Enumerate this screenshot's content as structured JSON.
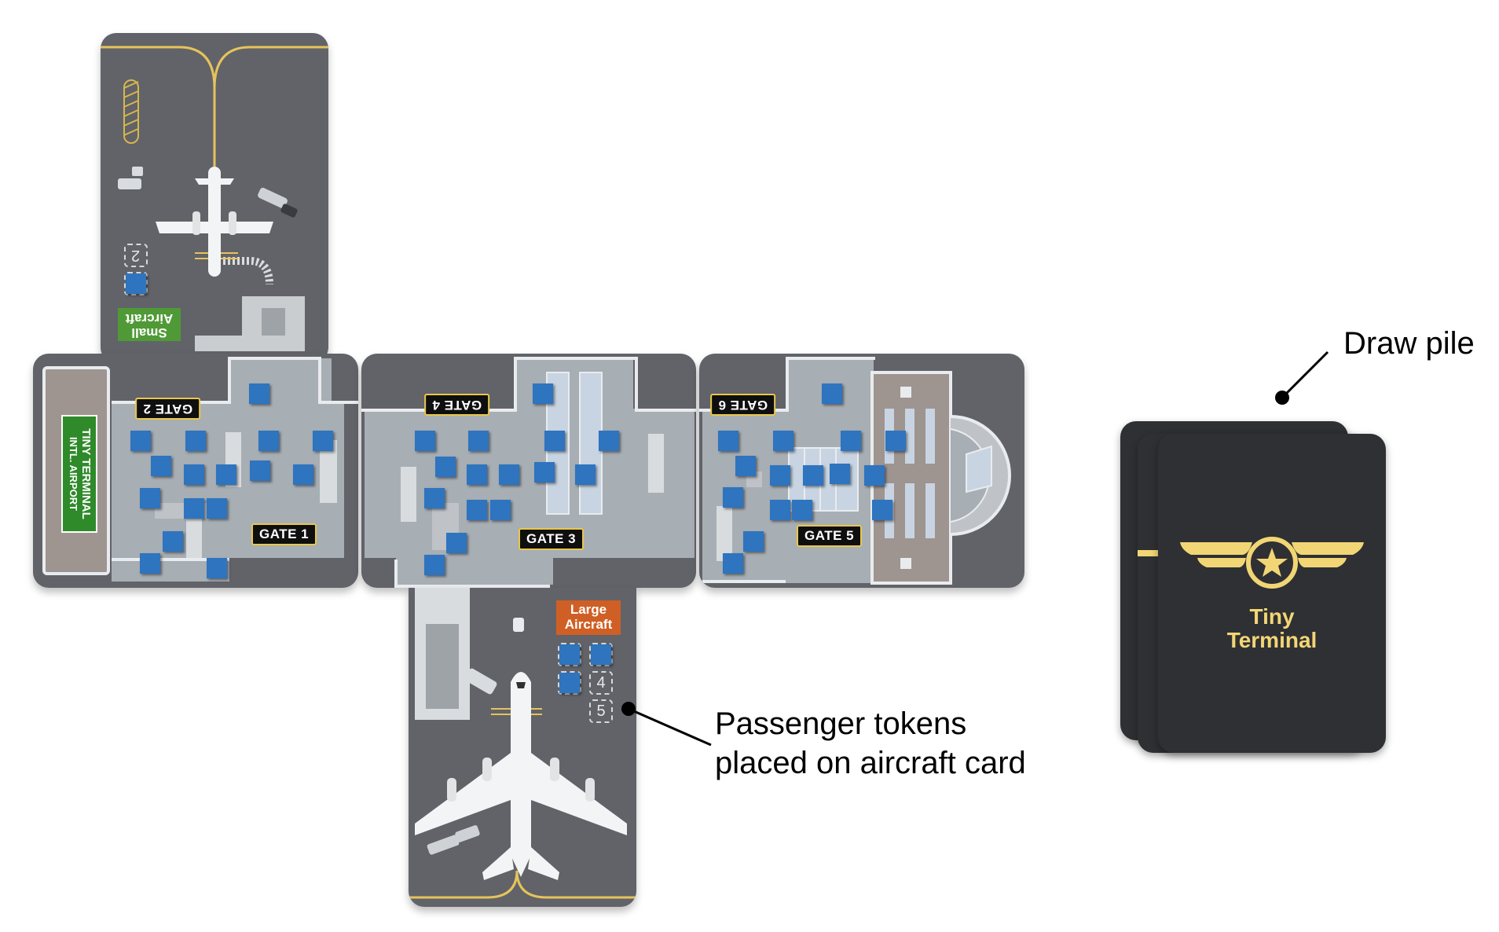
{
  "colors": {
    "background": "#ffffff",
    "apron": "#616369",
    "terminal_floor": "#a7aeb4",
    "passenger_token": "#2e74bf",
    "small_aircraft_badge": "#4f9a36",
    "large_aircraft_badge": "#cf5f25",
    "card_back": "#2f3033",
    "logo_gold": "#f2d675",
    "sign_green": "#2f8a2a"
  },
  "board": {
    "airport_sign": {
      "line1": "TINY TERMINAL",
      "line2": "INTL. AIRPORT"
    },
    "gates": [
      {
        "label": "GATE 1",
        "upside_down": false
      },
      {
        "label": "GATE 2",
        "upside_down": true
      },
      {
        "label": "GATE 3",
        "upside_down": false
      },
      {
        "label": "GATE 4",
        "upside_down": true
      },
      {
        "label": "GATE 5",
        "upside_down": false
      },
      {
        "label": "GATE 6",
        "upside_down": true
      }
    ]
  },
  "small_aircraft_card": {
    "badge_line1": "Small",
    "badge_line2": "Aircraft",
    "seat_slots": [
      "2"
    ],
    "filled_tokens": 1
  },
  "large_aircraft_card": {
    "badge_line1": "Large",
    "badge_line2": "Aircraft",
    "seat_slots": [
      "4",
      "5"
    ],
    "filled_tokens": 3
  },
  "draw_pile": {
    "label": "Draw pile",
    "card_count": 3,
    "logo_line1": "Tiny",
    "logo_line2": "Terminal",
    "logo_icon": "winged-star-icon"
  },
  "annotations": {
    "tokens_line1": "Passenger tokens",
    "tokens_line2": "placed on aircraft card"
  }
}
